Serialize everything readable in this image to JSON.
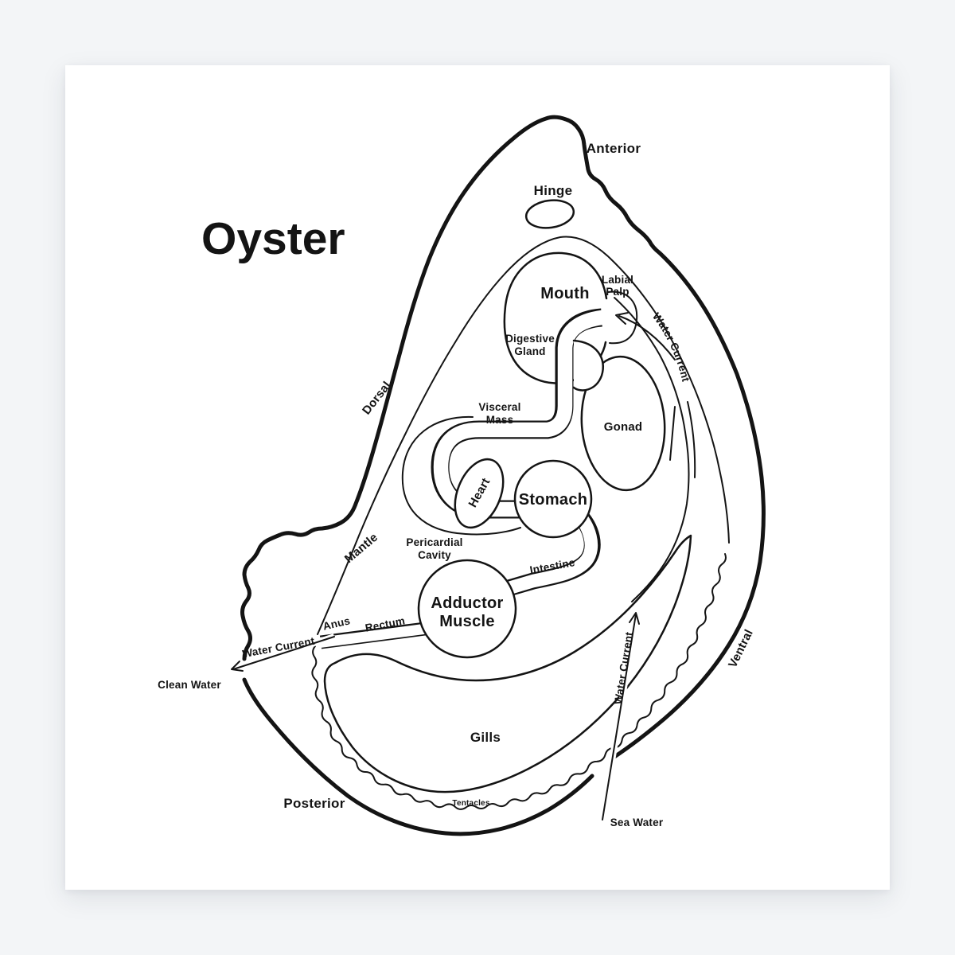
{
  "poster": {
    "title": "Oyster",
    "orientation": {
      "anterior": "Anterior",
      "posterior": "Posterior",
      "dorsal": "Dorsal",
      "ventral": "Ventral"
    },
    "parts": {
      "hinge": "Hinge",
      "mouth": "Mouth",
      "labial_palp": [
        "Labial",
        "Palp"
      ],
      "digestive_gland": [
        "Digestive",
        "Gland"
      ],
      "visceral_mass": [
        "Visceral",
        "Mass"
      ],
      "gonad": "Gonad",
      "heart": "Heart",
      "stomach": "Stomach",
      "pericardial_cavity": [
        "Pericardial",
        "Cavity"
      ],
      "intestine": "Intestine",
      "adductor_muscle": [
        "Adductor",
        "Muscle"
      ],
      "rectum": "Rectum",
      "anus": "Anus",
      "mantle": "Mantle",
      "gills": "Gills",
      "tentacles": "Tentacles"
    },
    "flow": {
      "water_current_exhalant": "Water Current",
      "water_current_inhalant_top": "Water Current",
      "water_current_inhalant_bottom": "Water Current",
      "clean_water": "Clean Water",
      "sea_water": "Sea Water"
    }
  },
  "colors": {
    "background": "#f3f5f7",
    "paper": "#ffffff",
    "ink": "#141414"
  }
}
